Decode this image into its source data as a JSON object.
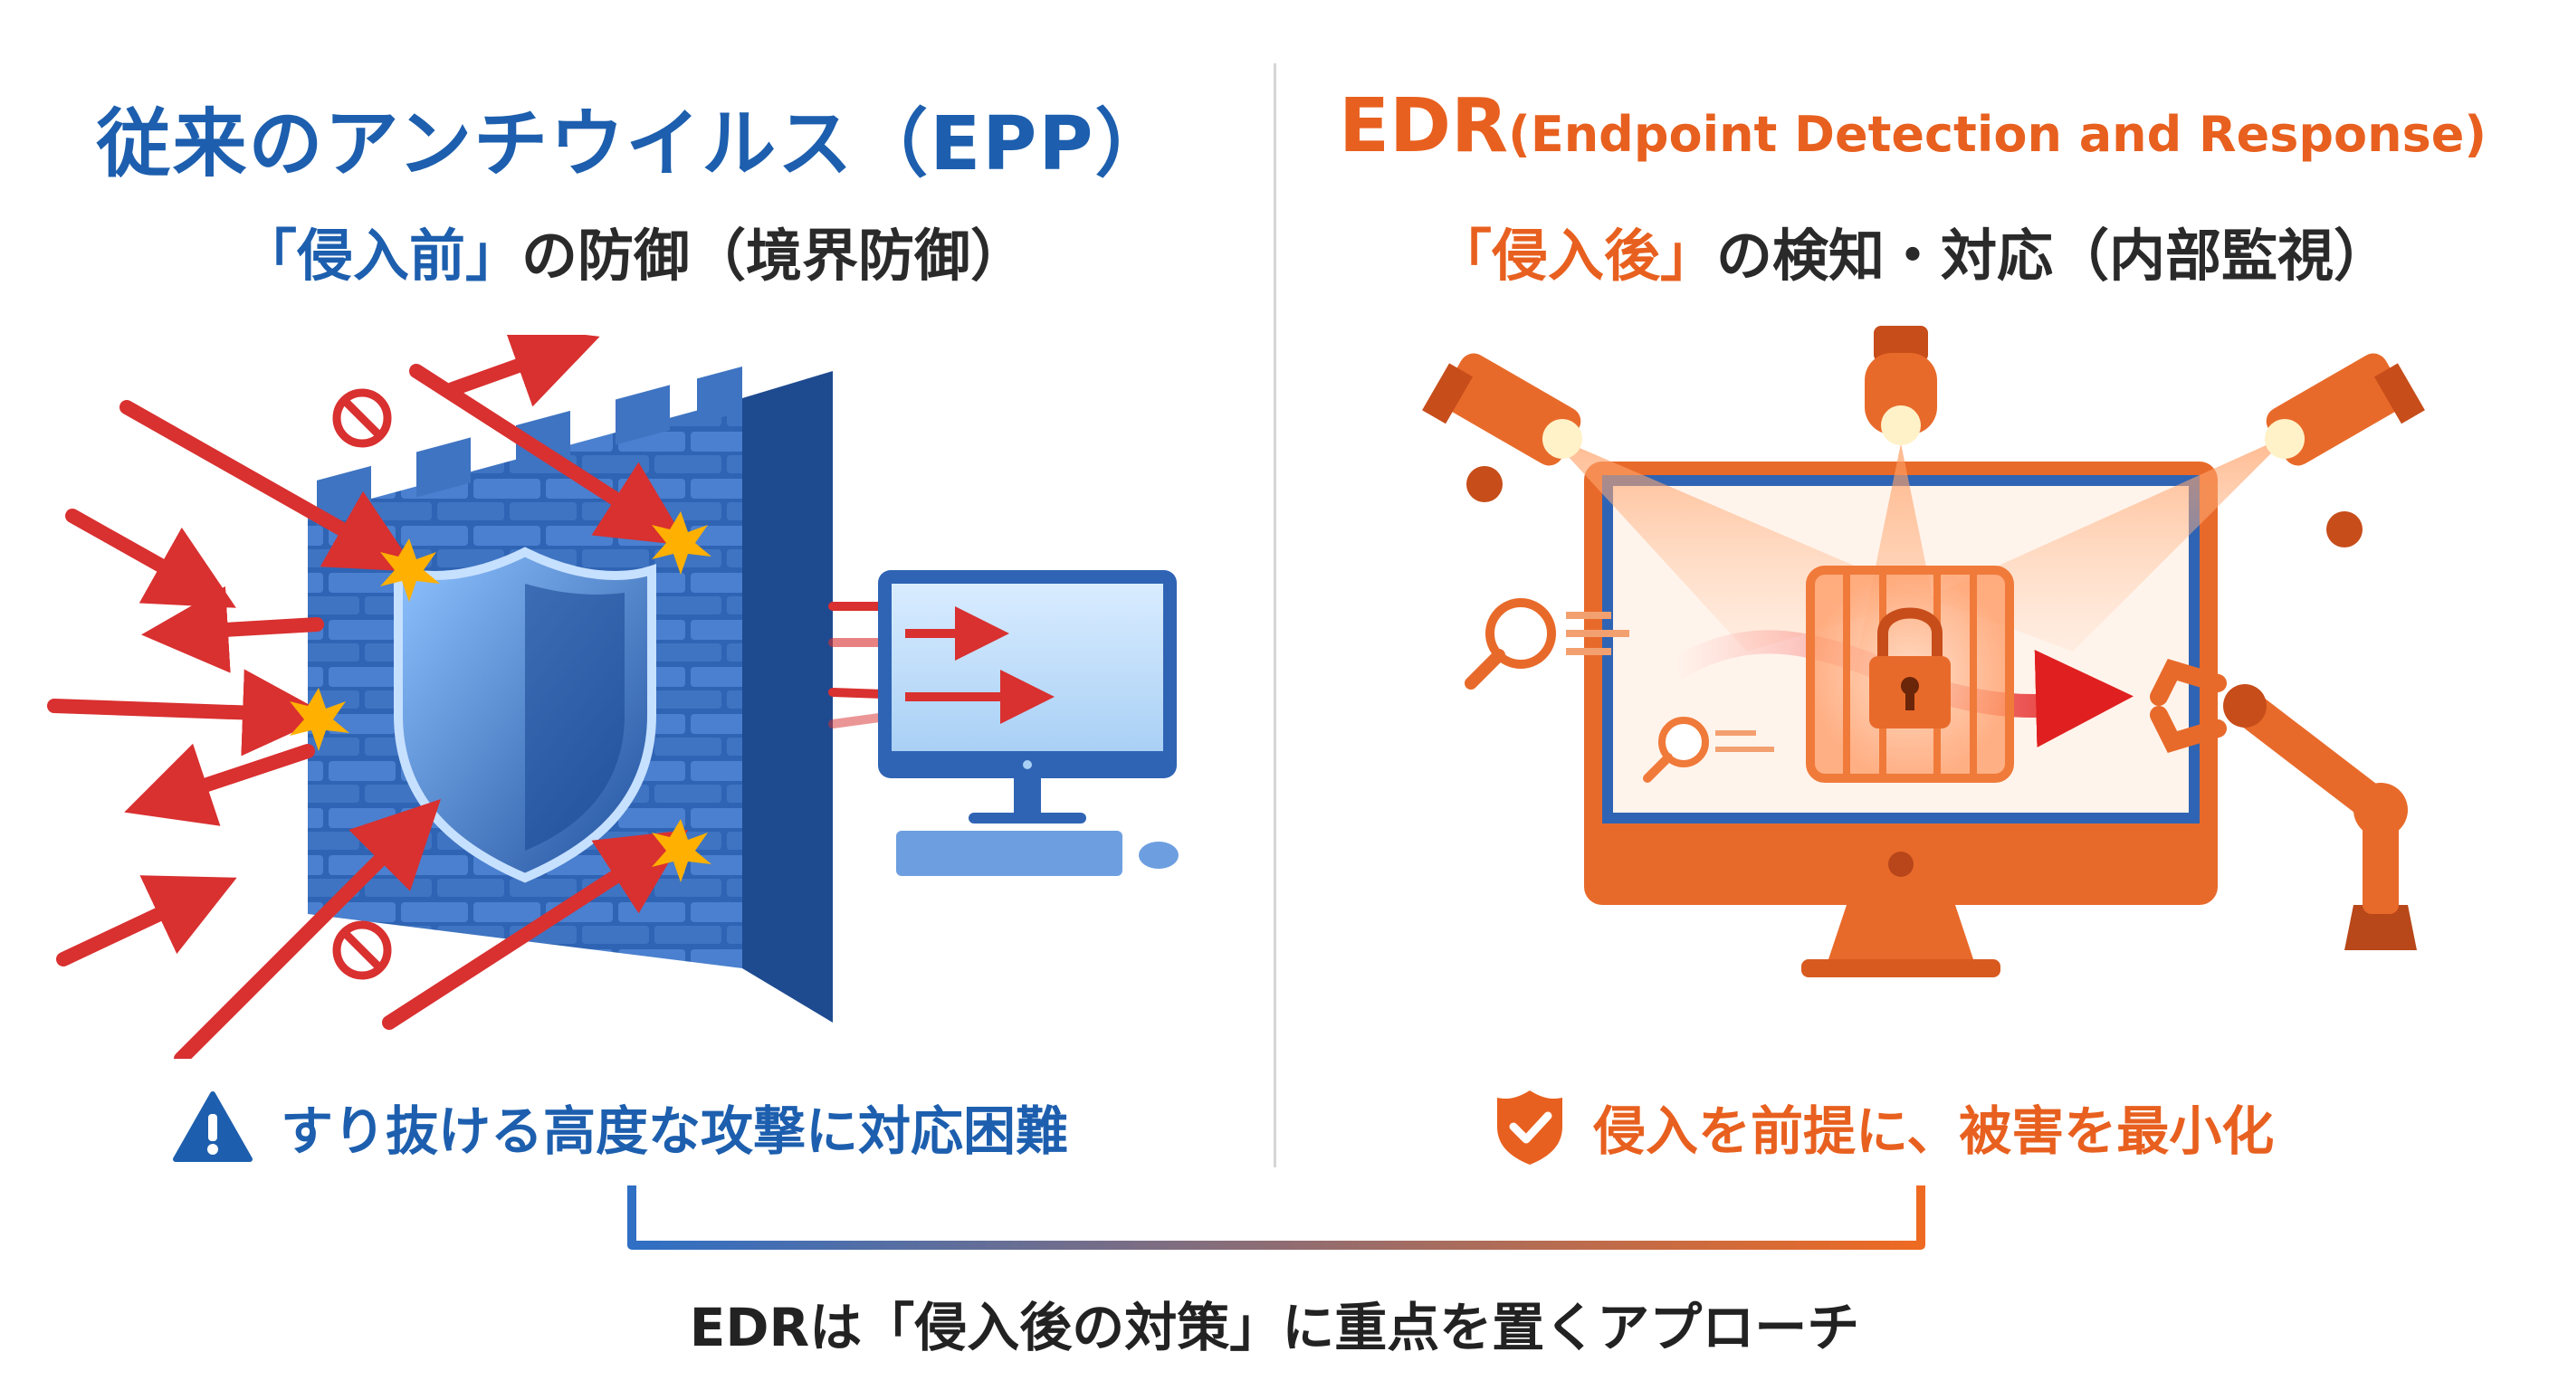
{
  "left": {
    "title": "従来のアンチウイルス（EPP）",
    "subtitle_highlight": "「侵入前」",
    "subtitle_rest": "の防御（境界防御）",
    "note": "すり抜ける高度な攻撃に対応困難",
    "accent": "#1d5fae"
  },
  "right": {
    "title_main": "EDR",
    "title_detail": "(Endpoint Detection and Response)",
    "subtitle_highlight": "「侵入後」",
    "subtitle_rest": "の検知・対応（内部監視）",
    "note": "侵入を前提に、被害を最小化",
    "accent": "#e8601f"
  },
  "bottom": {
    "caption": "EDRは「侵入後の対策」に重点を置くアプローチ"
  },
  "icons": {
    "warning": "warning-triangle-icon",
    "shield_check": "shield-check-icon",
    "firewall": "firewall-wall",
    "shield": "shield-icon",
    "monitor": "monitor-icon",
    "camera": "security-camera-icon",
    "lock": "padlock-icon",
    "magnifier": "magnifier-icon",
    "robot_arm": "robot-arm-icon",
    "prohibited": "prohibited-icon"
  }
}
